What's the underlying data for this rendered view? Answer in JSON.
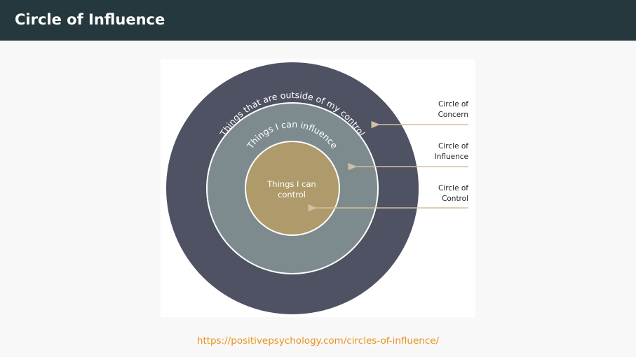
{
  "header": {
    "title": "Circle of Influence"
  },
  "diagram": {
    "outer_ring_text": "Things that are outside of my control",
    "middle_ring_text": "Things I can influence",
    "inner_text_line1": "Things I can",
    "inner_text_line2": "control",
    "labels": {
      "concern_line1": "Circle of",
      "concern_line2": "Concern",
      "influence_line1": "Circle of",
      "influence_line2": "Influence",
      "control_line1": "Circle of",
      "control_line2": "Control"
    },
    "colors": {
      "outer": "#4f5263",
      "middle": "#7e8b8e",
      "inner": "#ae9a6b",
      "arrow": "#d2bf9f"
    }
  },
  "footer": {
    "source_url": "https://positivepsychology.com/circles-of-influence/"
  }
}
